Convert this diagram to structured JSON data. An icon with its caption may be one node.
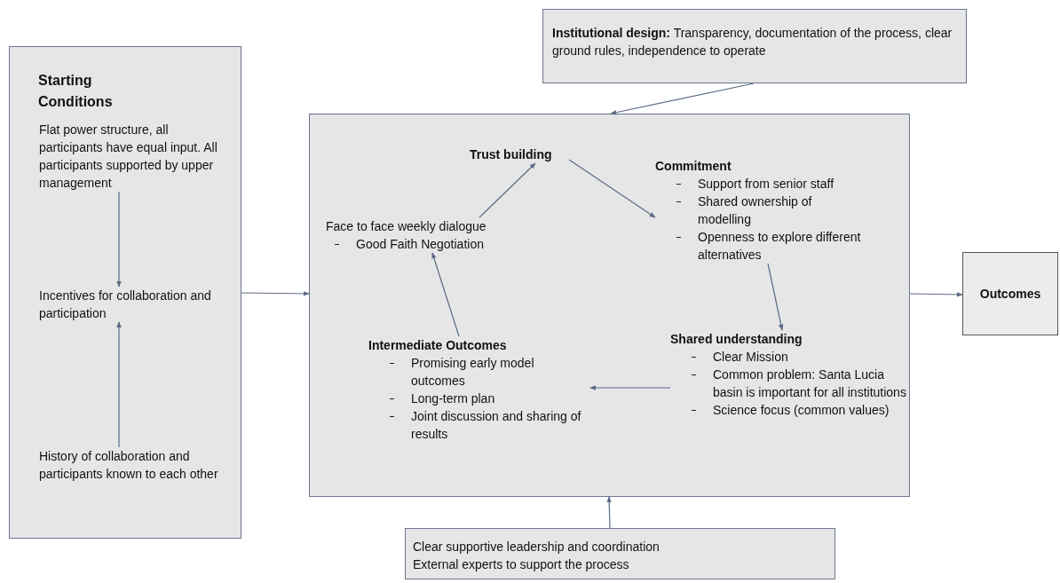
{
  "diagram": {
    "nodes": [
      {
        "text": [
          "Starting Conditions"
        ]
      },
      {
        "text": [
          "Flat power structure, all participants have equal input. All participants supported by upper management"
        ],
        "in": 0
      },
      {
        "text": [
          "Incentives for collaboration and participation"
        ],
        "in": 0
      },
      {
        "text": [
          "History of collaboration and participants known to each other"
        ],
        "in": 0
      },
      {
        "text": [
          "**Institutional design:** Transparency, documentation of the process, clear ground rules, independence to operate"
        ]
      },
      {
        "text": [],
        "shape": "box"
      },
      {
        "text": [
          "Trust building"
        ],
        "in": 5
      },
      {
        "text": [
          "Commitment",
          "Support from senior staff",
          "Shared ownership of modelling",
          "Openness to explore different alternatives"
        ],
        "in": 5
      },
      {
        "text": [
          "Face to face weekly dialogue",
          "Good Faith Negotiation"
        ],
        "in": 5
      },
      {
        "text": [
          "Intermediate Outcomes",
          "Promising early model outcomes",
          "Long-term plan",
          "Joint discussion and sharing of results"
        ],
        "in": 5
      },
      {
        "text": [
          "Shared understanding",
          "Clear Mission",
          "Common problem: Santa Lucia basin is important for all institutions",
          "Science focus (common values)"
        ],
        "in": 5
      },
      {
        "text": [
          "Outcomes"
        ]
      },
      {
        "text": [
          "Clear supportive leadership and coordination",
          "External experts to support the process"
        ]
      }
    ],
    "edges": [
      {
        "from": 1,
        "to": 2,
        "arrow": "to"
      },
      {
        "from": 3,
        "to": 2,
        "arrow": "to"
      },
      {
        "from": 0,
        "to": 5,
        "arrow": "to"
      },
      {
        "from": 4,
        "to": 5,
        "arrow": "to"
      },
      {
        "from": 8,
        "to": 6,
        "arrow": "to"
      },
      {
        "from": 6,
        "to": 7,
        "arrow": "to"
      },
      {
        "from": 7,
        "to": 10,
        "arrow": "to"
      },
      {
        "from": 10,
        "to": 9,
        "arrow": "to"
      },
      {
        "from": 9,
        "to": 8,
        "arrow": "to"
      },
      {
        "from": 5,
        "to": 11,
        "arrow": "to"
      },
      {
        "from": 12,
        "to": 5,
        "arrow": "to"
      }
    ]
  }
}
